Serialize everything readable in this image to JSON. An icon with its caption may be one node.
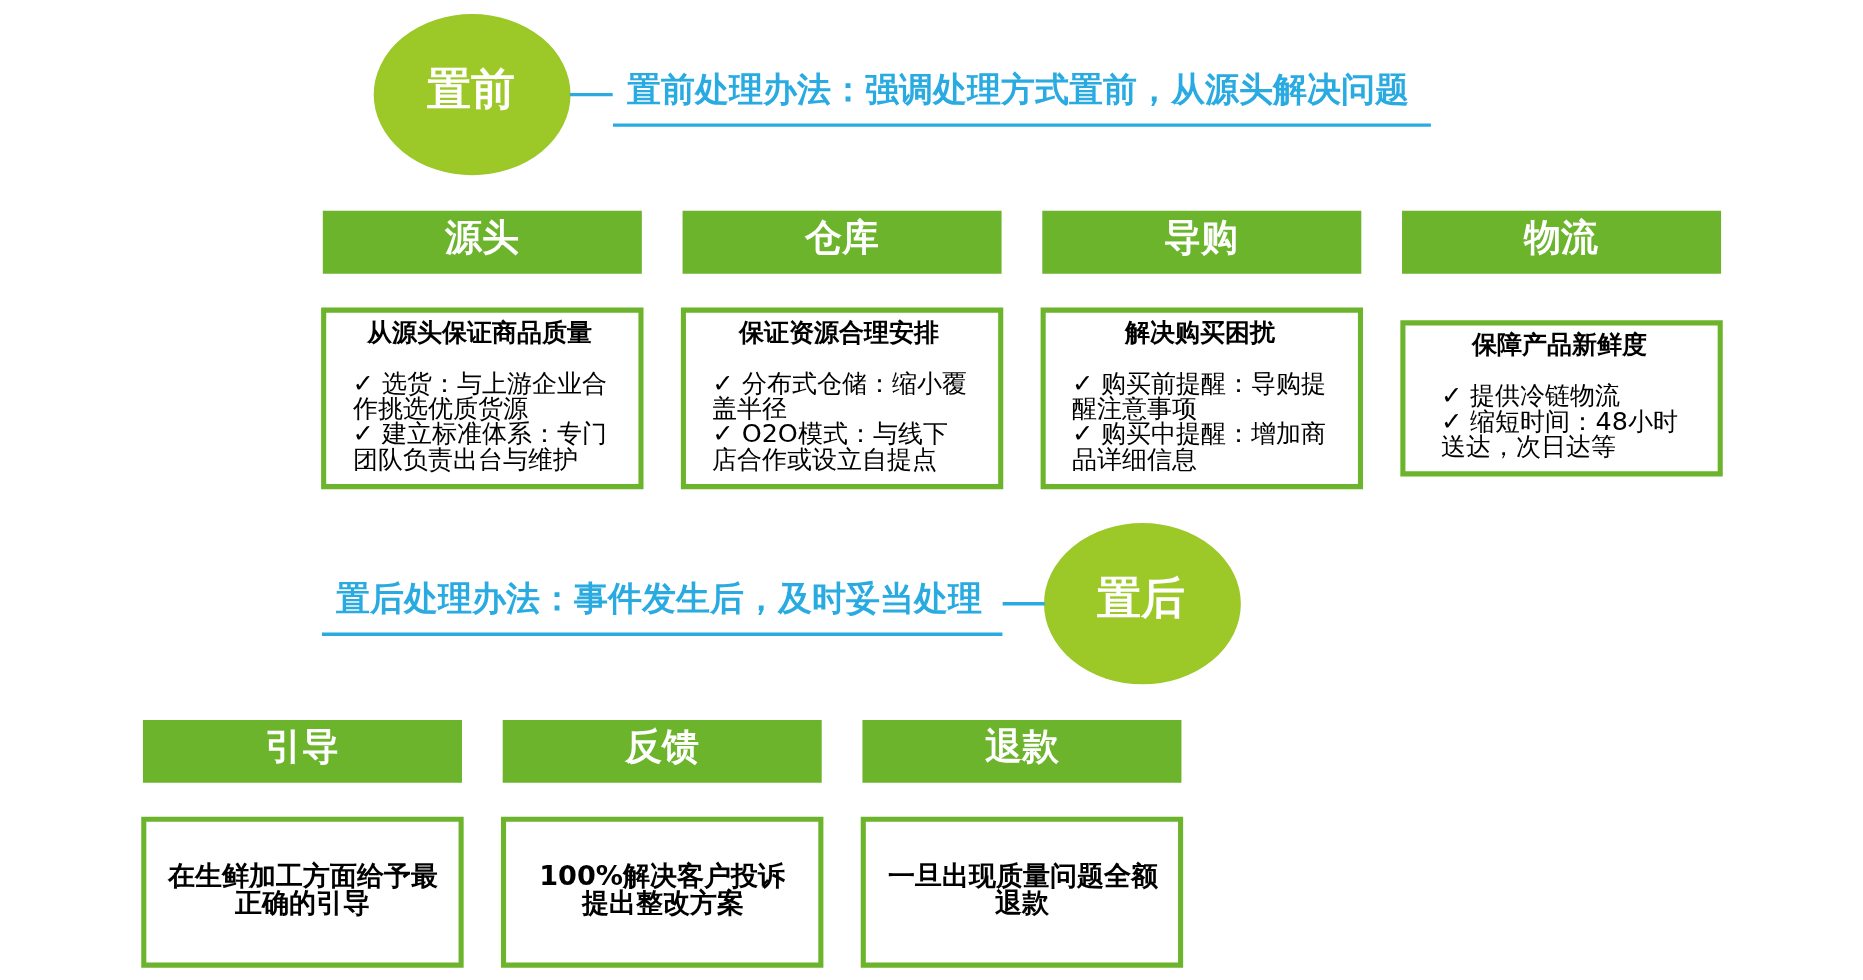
{
  "diagram": {
    "nodes": [
      {
        "text": [
          "置前处理办法：强调处理方式置前，从源头解决问题"
        ]
      },
      {
        "text": [
          "置前"
        ]
      },
      {
        "text": [
          "源头"
        ]
      },
      {
        "text": [
          "从源头保证商品质量",
          "✓ 选货：与上游企业合作挑选优质货源",
          "✓ 建立标准体系：专门团队负责出台与维护"
        ]
      },
      {
        "text": [
          "仓库"
        ]
      },
      {
        "text": [
          "保证资源合理安排",
          "✓ 分布式仓储：缩小覆盖半径",
          "✓ O2O模式：与线下店合作或设立自提点"
        ]
      },
      {
        "text": [
          "导购"
        ]
      },
      {
        "text": [
          "解决购买困扰",
          "✓ 购买前提醒：导购提醒注意事项",
          "✓ 购买中提醒：增加商品详细信息"
        ]
      },
      {
        "text": [
          "物流"
        ]
      },
      {
        "text": [
          "保障产品新鲜度",
          "✓ 提供冷链物流",
          "✓ 缩短时间：48小时送达，次日达等"
        ]
      },
      {
        "text": [
          "置后处理办法：事件发生后，及时妥当处理"
        ]
      },
      {
        "text": [
          "引导"
        ]
      },
      {
        "text": [
          "在生鲜加工方面给予最正确的引导"
        ]
      },
      {
        "text": [
          "反馈"
        ]
      },
      {
        "text": [
          "100%解决客户投诉提出整改方案"
        ]
      },
      {
        "text": [
          "退款"
        ]
      },
      {
        "text": [
          "一旦出现质量问题全额退款"
        ]
      },
      {
        "text": [
          "置后"
        ]
      }
    ],
    "edges": [
      {
        "from": 1,
        "to": 0,
        "arrow": "none"
      },
      {
        "from": 10,
        "to": 17,
        "arrow": "none"
      }
    ]
  }
}
